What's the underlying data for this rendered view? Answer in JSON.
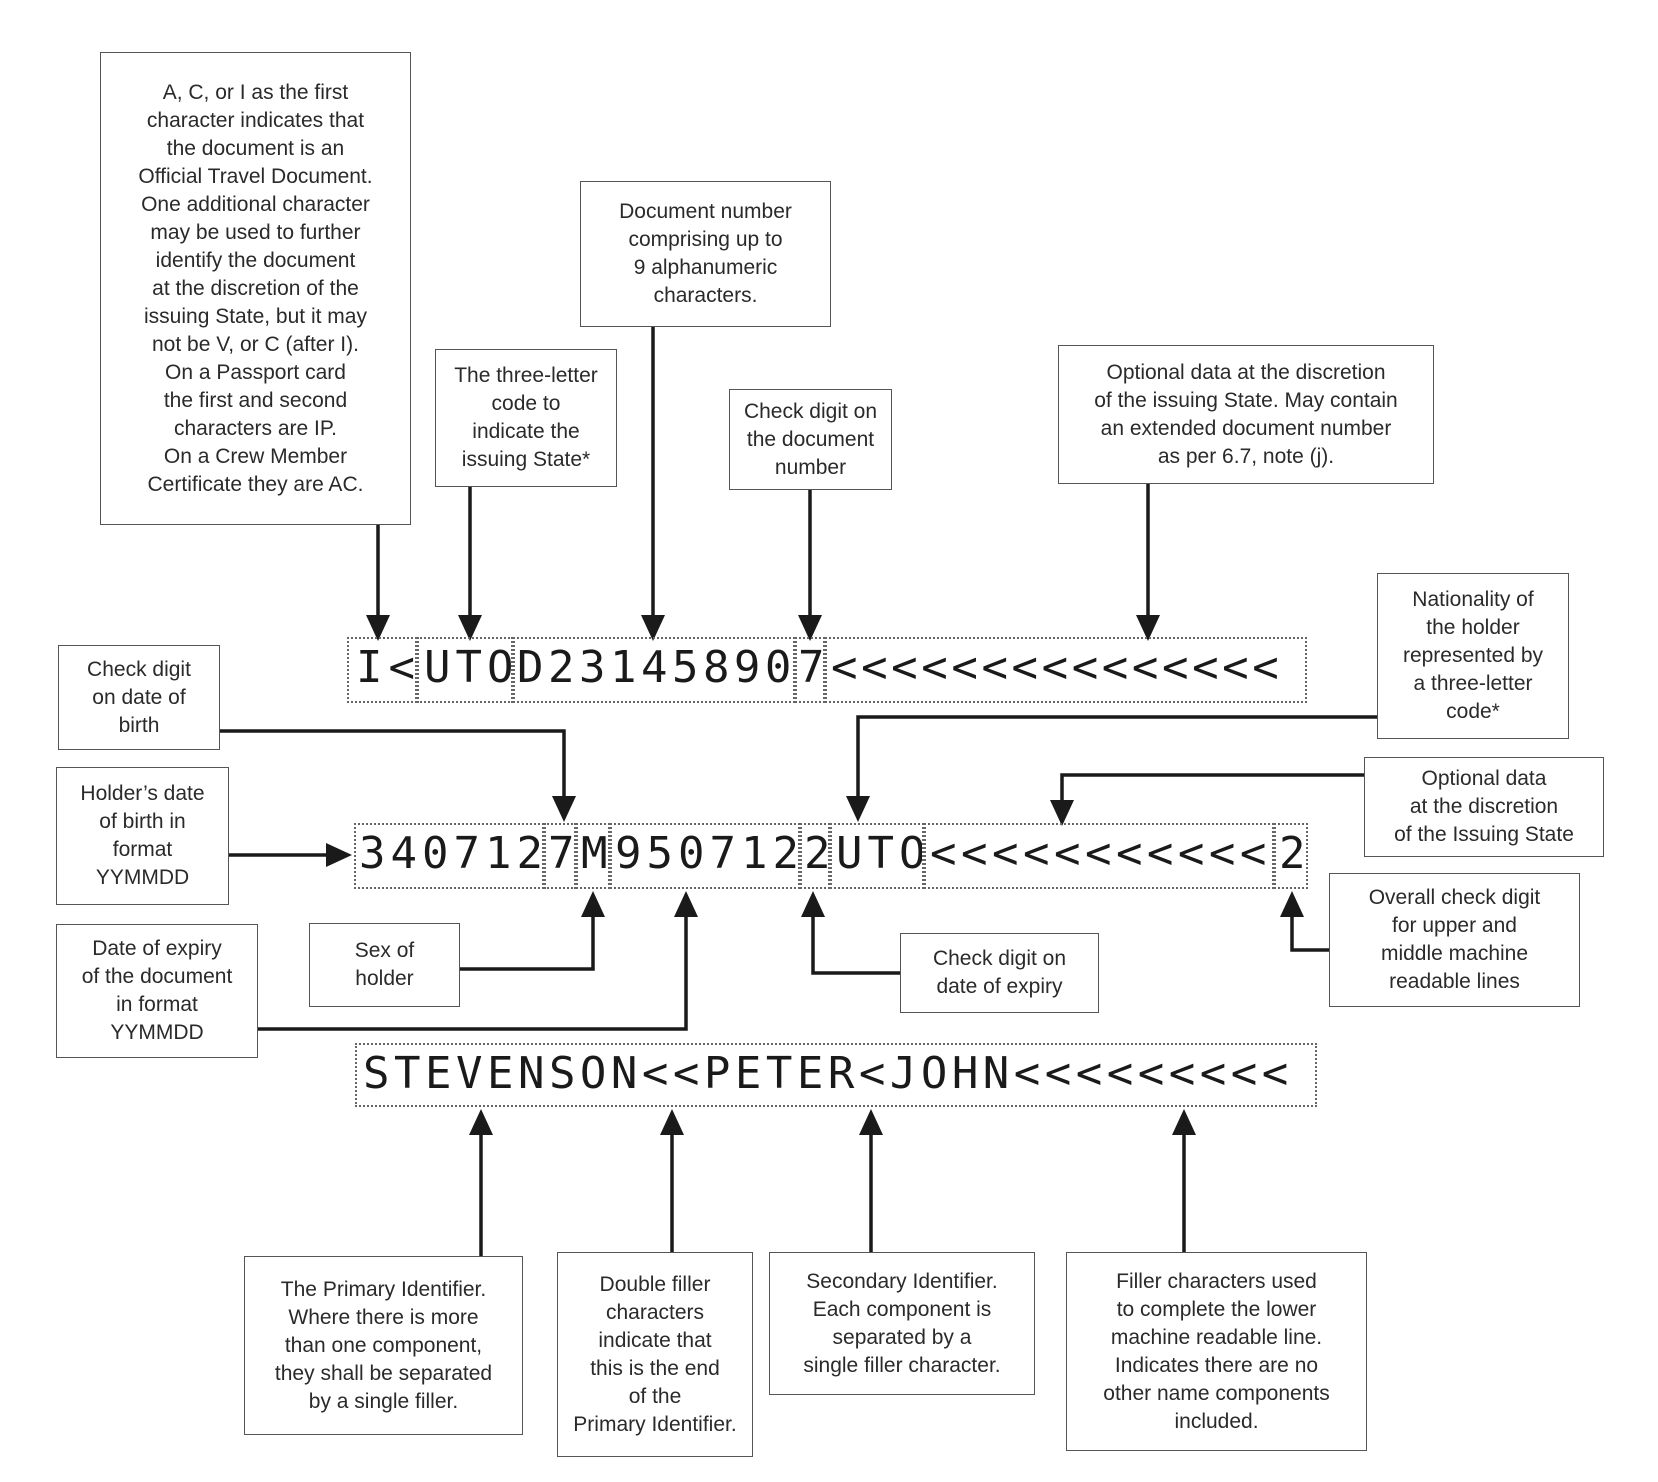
{
  "colors": {
    "line": "#1a1a1a",
    "box_border": "#555555",
    "dotted": "#666666",
    "text": "#2a2a2a"
  },
  "mrz": {
    "line1": {
      "doc_code": "I<",
      "issuing_state": "UTO",
      "doc_number": "D23145890",
      "doc_check": "7",
      "optional": "<<<<<<<<<<<<<<<"
    },
    "line2": {
      "birth_date": "340712",
      "birth_check": "7",
      "sex": "M",
      "expiry_date": "950712",
      "expiry_check": "2",
      "nationality": "UTO",
      "optional": "<<<<<<<<<<<",
      "overall_check": "2"
    },
    "line3": {
      "name": "STEVENSON<<PETER<JOHN<<<<<<<<<"
    }
  },
  "annotations": {
    "doc_code": [
      "A, C, or I as the first",
      "character indicates that",
      "the document is an",
      "Official Travel Document.",
      "One additional character",
      "may be used to further",
      "identify the document",
      "at the discretion of the",
      "issuing State, but it may",
      "not be V, or C (after I).",
      "On a Passport card",
      "the first and second",
      "characters are IP.",
      "On a Crew Member",
      "Certificate they are AC."
    ],
    "issuing_state": [
      "The three-letter",
      "code to",
      "indicate the",
      "issuing State*"
    ],
    "doc_number": [
      "Document number",
      "comprising up to",
      "9 alphanumeric",
      "characters."
    ],
    "doc_check": [
      "Check digit on",
      "the document",
      "number"
    ],
    "optional1": [
      "Optional data at the discretion",
      "of the issuing State. May contain",
      "an extended document number",
      "as per 6.7, note (j)."
    ],
    "nationality": [
      "Nationality of",
      "the holder",
      "represented by",
      "a three-letter",
      "code*"
    ],
    "birth_check": [
      "Check digit",
      "on date of",
      "birth"
    ],
    "birth_date": [
      "Holder’s date",
      "of birth in",
      "format",
      "YYMMDD"
    ],
    "optional2": [
      "Optional data",
      "at the discretion",
      "of the Issuing State"
    ],
    "overall_check": [
      "Overall check digit",
      "for upper and",
      "middle machine",
      "readable lines"
    ],
    "expiry_date": [
      "Date of expiry",
      "of the document",
      "in format",
      "YYMMDD"
    ],
    "sex": [
      "Sex of",
      "holder"
    ],
    "expiry_check": [
      "Check digit on",
      "date of expiry"
    ],
    "primary_id": [
      "The Primary Identifier.",
      "Where there is more",
      "than one component,",
      "they shall be separated",
      "by a single filler."
    ],
    "double_filler": [
      "Double filler",
      "characters",
      "indicate that",
      "this is the end",
      "of the",
      "Primary Identifier."
    ],
    "secondary_id": [
      "Secondary Identifier.",
      "Each component is",
      "separated by a",
      "single filler character."
    ],
    "filler_chars": [
      "Filler characters used",
      "to complete the lower",
      "machine readable line.",
      "Indicates there are no",
      "other name components",
      "included."
    ]
  }
}
